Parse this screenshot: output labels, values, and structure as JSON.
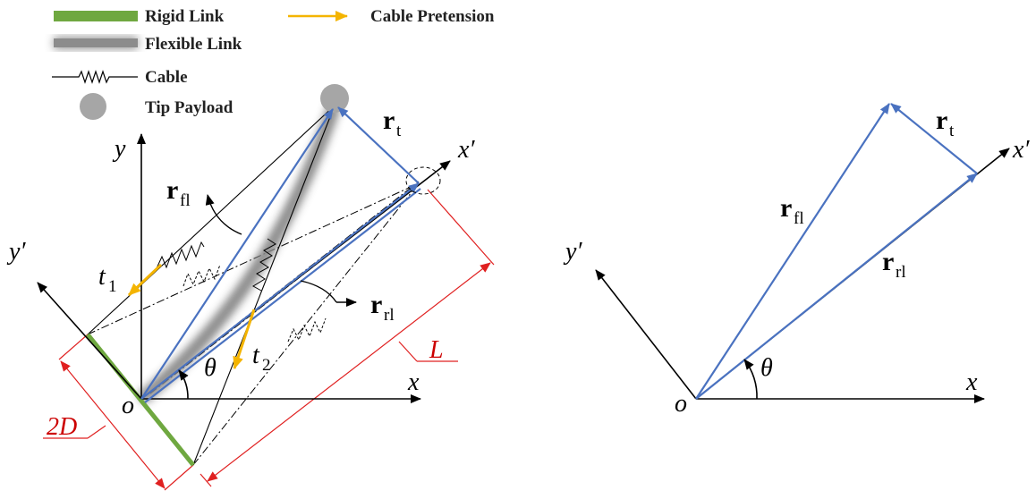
{
  "legend": {
    "rigid_link": "Rigid Link",
    "flexible_link": "Flexible Link",
    "cable": "Cable",
    "tip_payload": "Tip Payload",
    "cable_pretension": "Cable Pretension"
  },
  "labels": {
    "y": "y",
    "y_prime": "y′",
    "x": "x",
    "x_prime": "x′",
    "o": "o",
    "theta": "θ",
    "r": "r",
    "sub_t": "t",
    "sub_fl": "fl",
    "sub_rl": "rl",
    "t_var": "t",
    "t1_sub": "1",
    "t2_sub": "2",
    "L": "L",
    "two_D": "2D"
  },
  "colors": {
    "rigid_link": "#6fa840",
    "flexible_link": "#8c8c8c",
    "vector_blue": "#4a72c0",
    "pretension_arrow": "#f4b400",
    "payload": "#a6a6a6",
    "dimension_red": "#e02020",
    "black": "#000000"
  }
}
